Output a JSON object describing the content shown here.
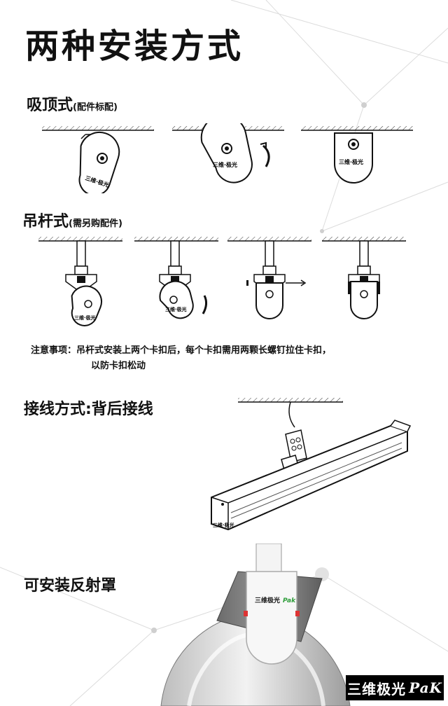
{
  "title": "两种安装方式",
  "section_ceiling": {
    "label": "吸顶式",
    "note": "(配件标配)"
  },
  "section_rod": {
    "label": "吊杆式",
    "note": "(需另购配件)"
  },
  "notice": {
    "line1": "注意事项：吊杆式安装上两个卡扣后，每个卡扣需用两颗长螺钉拉住卡扣，",
    "line2": "以防卡扣松动"
  },
  "section_wiring": {
    "label": "接线方式:背后接线"
  },
  "section_reflector": {
    "label": "可安装反射罩"
  },
  "bracket_brand": "三维·极光",
  "fixture_brand": "三维·极光",
  "reflector_brand": "三维极光",
  "reflector_brand_suffix": "Pak",
  "logo": {
    "text": "三维极光",
    "suffix": "PaK"
  },
  "colors": {
    "accent_green": "#2e9d3a",
    "ink": "#111111"
  }
}
